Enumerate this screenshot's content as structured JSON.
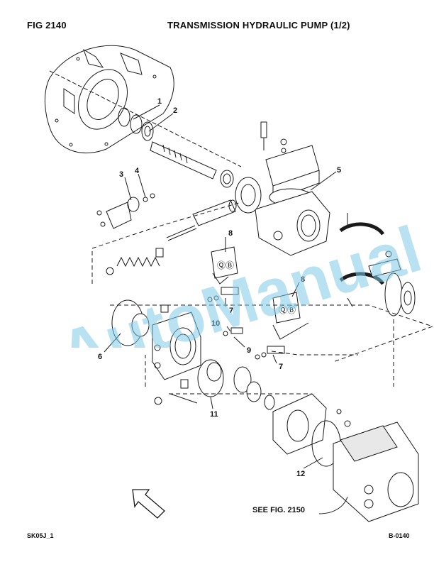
{
  "header": {
    "fig_label": "FIG    2140",
    "title": "TRANSMISSION HYDRAULIC PUMP (1/2)"
  },
  "callouts": [
    {
      "id": "1",
      "label": "1"
    },
    {
      "id": "2",
      "label": "2"
    },
    {
      "id": "3",
      "label": "3"
    },
    {
      "id": "4",
      "label": "4"
    },
    {
      "id": "5",
      "label": "5"
    },
    {
      "id": "6",
      "label": "6"
    },
    {
      "id": "7a",
      "label": "7"
    },
    {
      "id": "7b",
      "label": "7"
    },
    {
      "id": "8a",
      "label": "8"
    },
    {
      "id": "8b",
      "label": "8"
    },
    {
      "id": "9",
      "label": "9"
    },
    {
      "id": "10",
      "label": "10"
    },
    {
      "id": "11",
      "label": "11"
    },
    {
      "id": "12",
      "label": "12"
    }
  ],
  "reference": {
    "see_label": "SEE FIG. 2150"
  },
  "footer": {
    "left_code": "SK05J_1",
    "right_code": "B-0140"
  },
  "watermark": {
    "text": "AutoManual",
    "color": "#7ec8e6"
  },
  "colors": {
    "line": "#1a1a1a",
    "fill": "#ffffff",
    "shade": "#cfcfcf"
  }
}
